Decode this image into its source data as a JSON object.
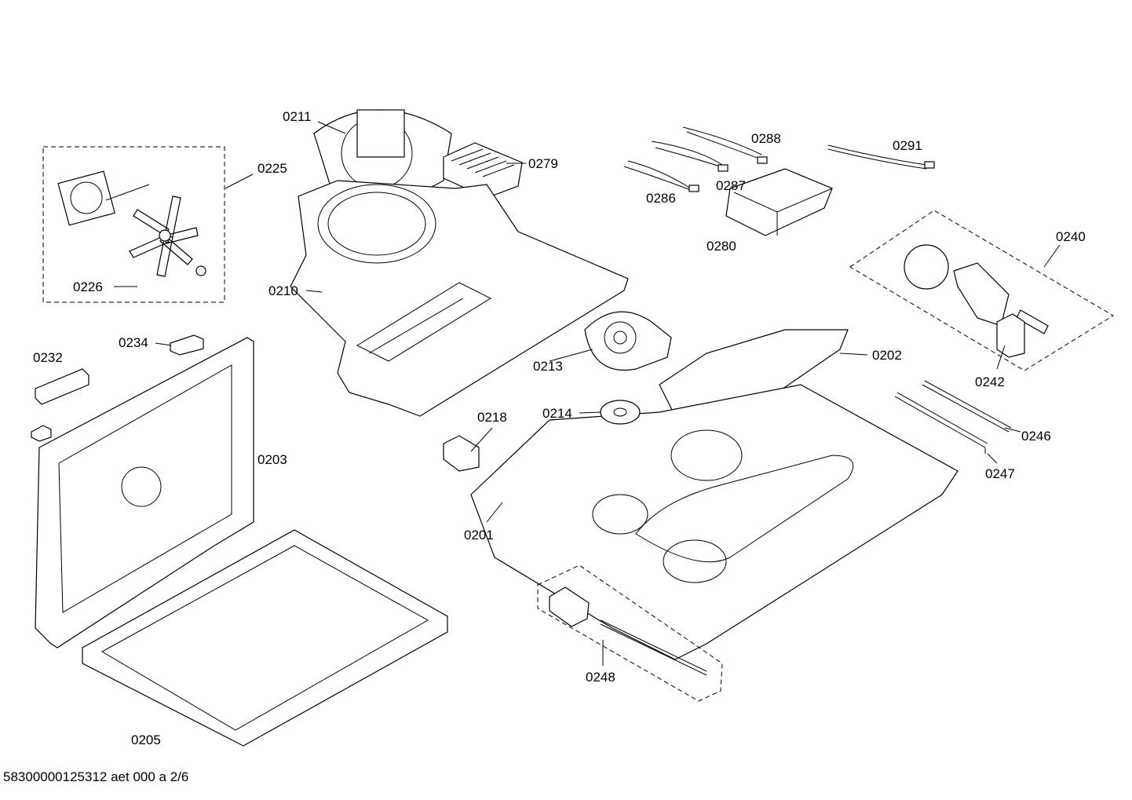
{
  "diagram": {
    "part_labels": {
      "p0211": "0211",
      "p0225": "0225",
      "p0279": "0279",
      "p0288": "0288",
      "p0291": "0291",
      "p0287": "0287",
      "p0286": "0286",
      "p0280": "0280",
      "p0240": "0240",
      "p0226": "0226",
      "p0210": "0210",
      "p0234": "0234",
      "p0232": "0232",
      "p0213": "0213",
      "p0202": "0202",
      "p0242": "0242",
      "p0214": "0214",
      "p0218": "0218",
      "p0246": "0246",
      "p0203": "0203",
      "p0247": "0247",
      "p0201": "0201",
      "p0248": "0248",
      "p0205": "0205"
    },
    "footer": "58300000125312 aet 000 a 2/6"
  }
}
